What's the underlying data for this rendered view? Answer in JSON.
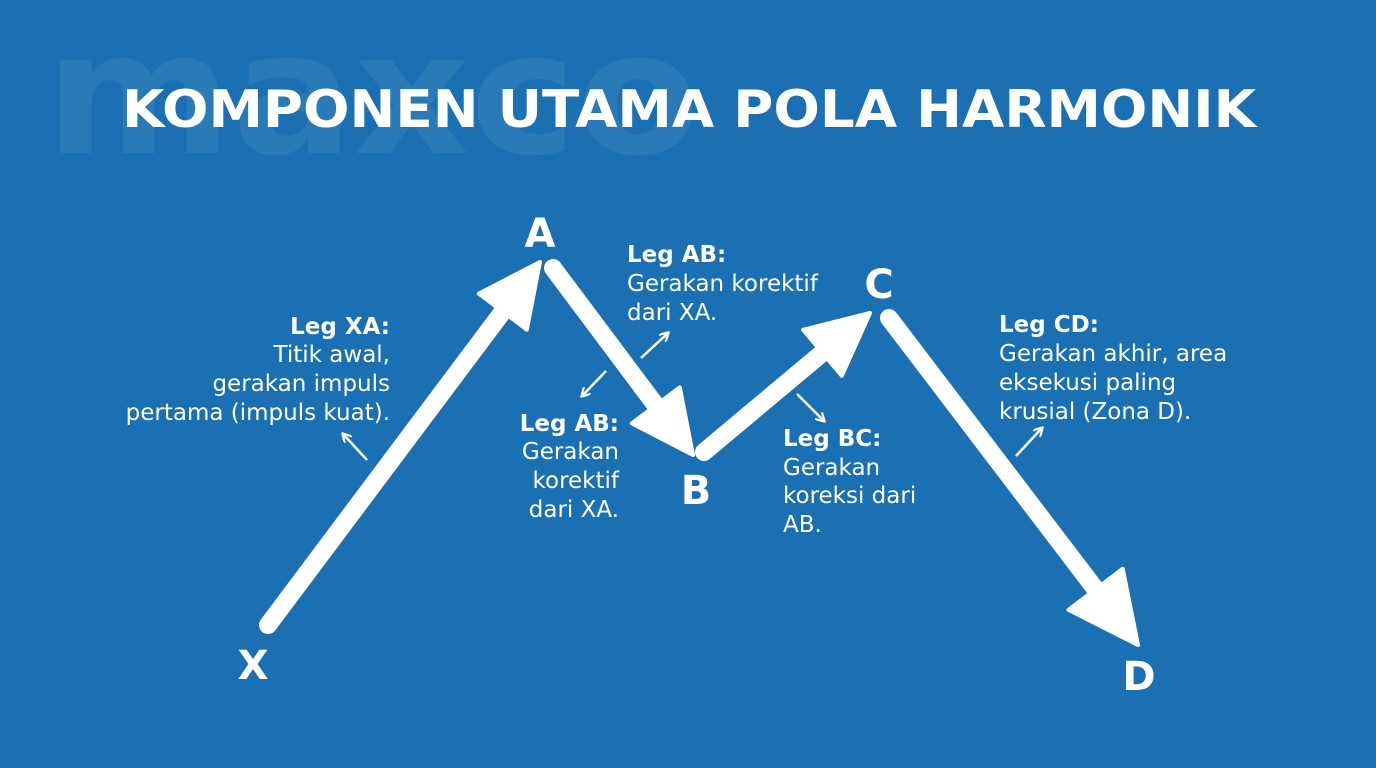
{
  "colors": {
    "background": "#1a70b2",
    "foreground": "#ffffff"
  },
  "watermark": "maxco",
  "title": "KOMPONEN UTAMA POLA HARMONIK",
  "points": {
    "x": "X",
    "a": "A",
    "b": "B",
    "c": "C",
    "d": "D"
  },
  "legs": {
    "xa": {
      "label": "Leg XA:",
      "lines": [
        "Titik awal,",
        "gerakan impuls",
        "pertama (impuls kuat)."
      ]
    },
    "ab_top": {
      "label": "Leg AB:",
      "lines": [
        "Gerakan korektif",
        "dari XA."
      ]
    },
    "ab_left": {
      "label": "Leg AB:",
      "lines": [
        "Gerakan",
        "korektif",
        "dari XA."
      ]
    },
    "bc": {
      "label": "Leg BC:",
      "lines": [
        "Gerakan",
        "koreksi dari",
        "AB."
      ]
    },
    "cd": {
      "label": "Leg CD:",
      "lines": [
        "Gerakan akhir, area",
        "eksekusi paling",
        "krusial (Zona D)."
      ]
    }
  }
}
